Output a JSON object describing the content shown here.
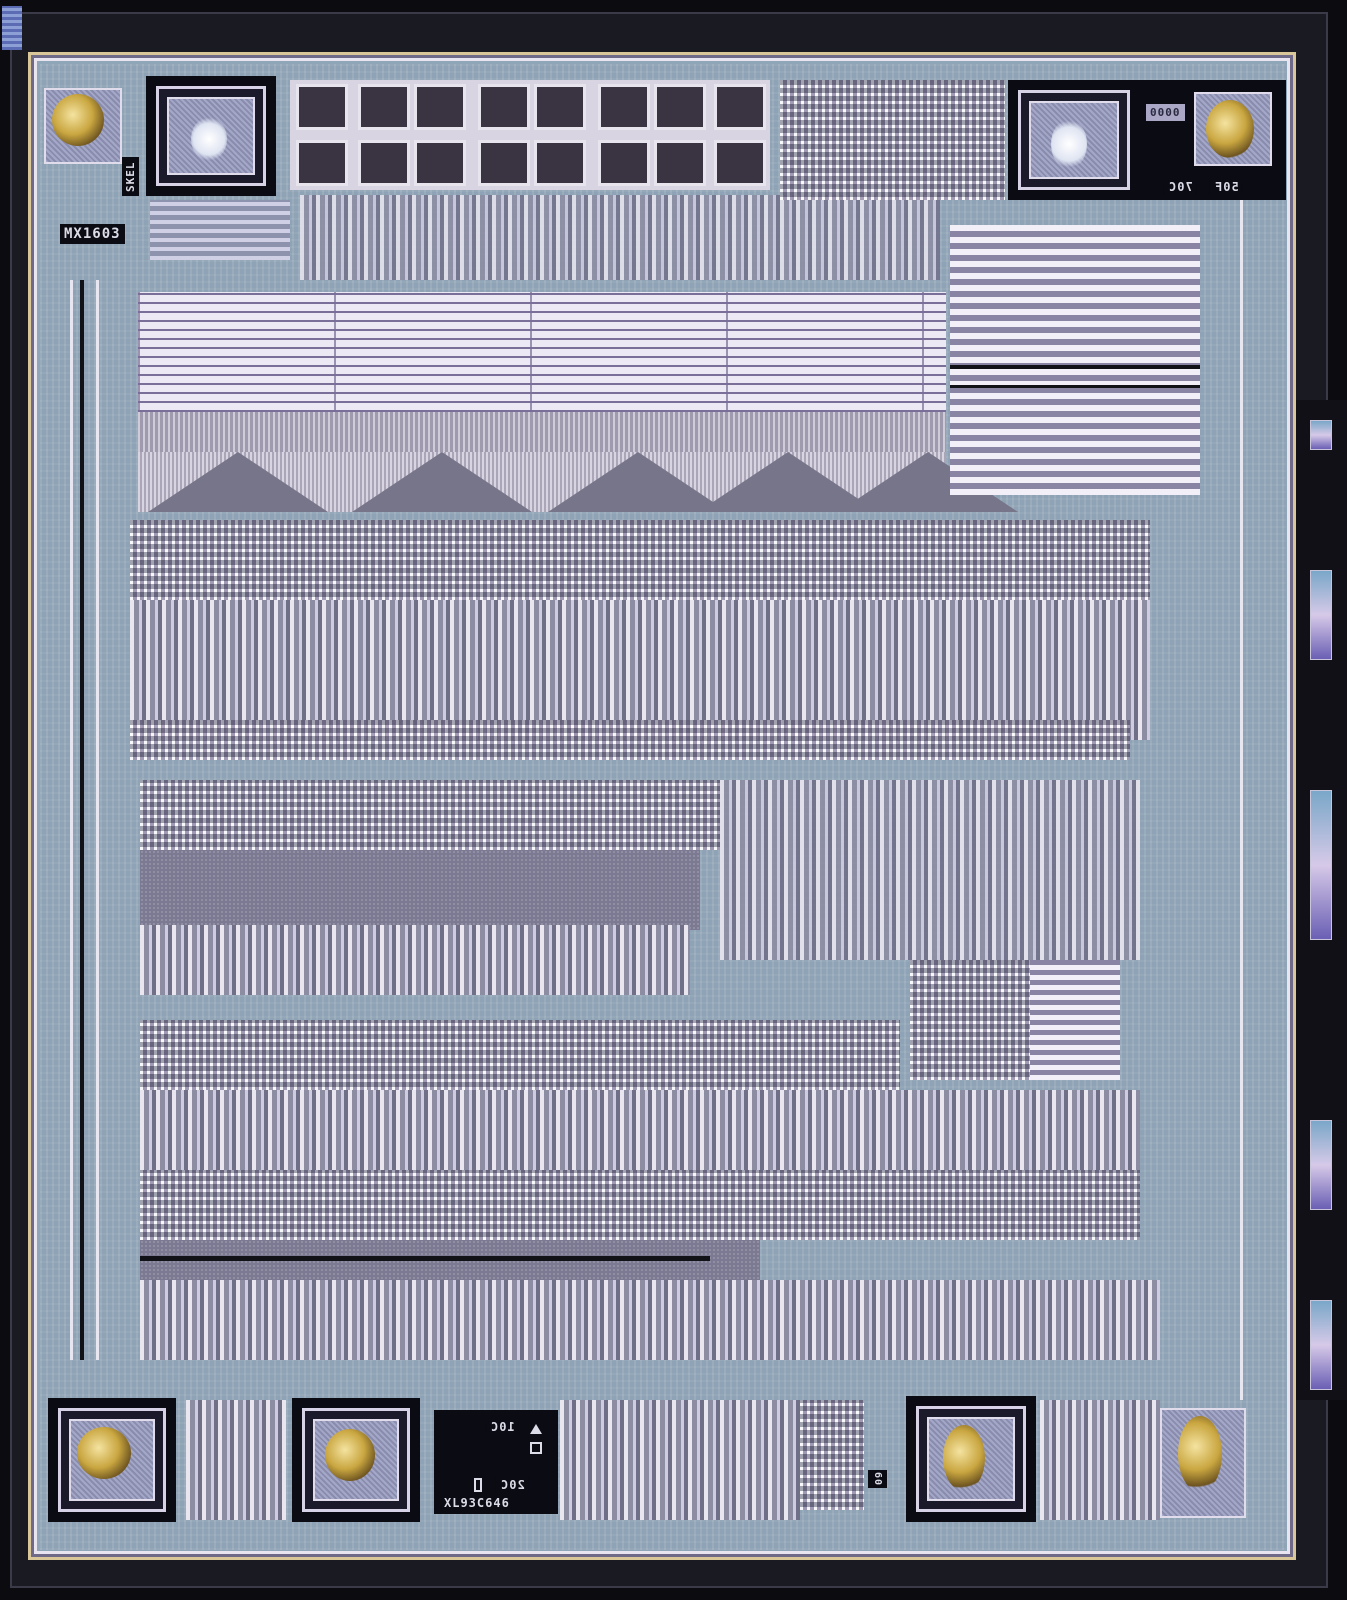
{
  "image": {
    "subject": "integrated circuit die photograph",
    "colors": {
      "background": "#0b0b10",
      "substrate": "#8ea3b5",
      "metal": "#e8e4f0",
      "seal_ring": "#d9c79a",
      "bond_gold": "#c9a640",
      "label_background": "#0b0b14",
      "label_text": "#dcdce8"
    }
  },
  "markings": {
    "part_id_top_left": "MX1603",
    "part_id_bottom": "XL93C646",
    "rotated_top_left": "SKEL",
    "mask_top_right_a": "70C",
    "mask_top_right_b": "50F",
    "mask_bottom_a": "10C",
    "mask_bottom_b": "20C",
    "small_mark_bottom_center": "60",
    "top_right_small_label": "0000"
  },
  "structures": {
    "bond_pads": [
      {
        "position": "top-left",
        "bonded": true
      },
      {
        "position": "top-second",
        "bonded": false,
        "probe_mark": true
      },
      {
        "position": "top-right-inner",
        "bonded": false,
        "probe_mark": true
      },
      {
        "position": "top-right",
        "bonded": true
      },
      {
        "position": "bottom-left",
        "bonded": true
      },
      {
        "position": "bottom-second",
        "bonded": true
      },
      {
        "position": "bottom-third",
        "bonded": true
      },
      {
        "position": "bottom-right",
        "bonded": true
      }
    ],
    "top_capacitor_array": {
      "rows": 2,
      "cols": 8
    },
    "rom_array": {
      "columns": 4,
      "decoder_triangles": 5
    },
    "register_rows": 3
  }
}
